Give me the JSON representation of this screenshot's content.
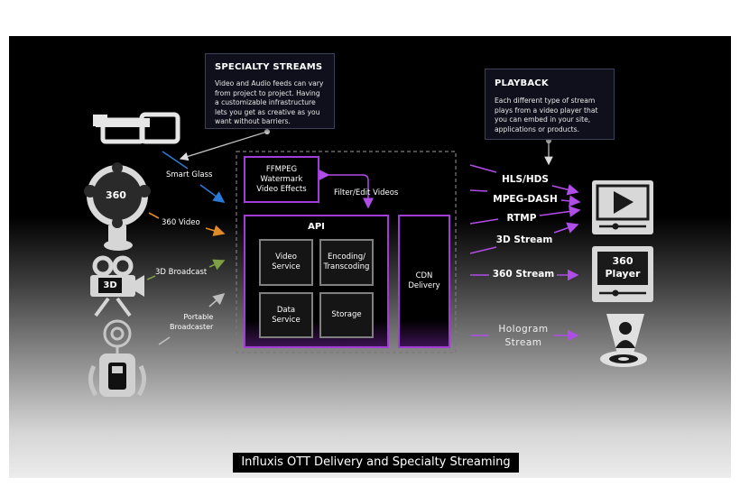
{
  "callouts": {
    "specialty": {
      "title": "SPECIALTY STREAMS",
      "lines": [
        "Video and Audio feeds can vary",
        "from project to project. Having",
        "a customizable infrastructure",
        "lets you get as creative as you",
        "want without barriers."
      ]
    },
    "playback": {
      "title": "PLAYBACK",
      "lines": [
        "Each different type of stream",
        "plays from a video player that",
        "you can embed in your site,",
        "applications or products."
      ]
    }
  },
  "sources": {
    "smart_glass": "Smart Glass",
    "video_360": "360 Video",
    "broadcast_3d": "3D Broadcast",
    "portable": [
      "Portable",
      "Broadcaster"
    ],
    "badge_360": "360",
    "badge_3d": "3D"
  },
  "processing": {
    "ffmpeg_lines": [
      "FFMPEG",
      "Watermark",
      "Video Effects"
    ],
    "filter_edit": "Filter/Edit Videos",
    "api_title": "API",
    "video_service_lines": [
      "Video",
      "Service"
    ],
    "encoding_lines": [
      "Encoding/",
      "Transcoding"
    ],
    "data_service_lines": [
      "Data",
      "Service"
    ],
    "storage": "Storage",
    "cdn_lines": [
      "CDN",
      "Delivery"
    ]
  },
  "streams": {
    "hls": "HLS/HDS",
    "mpeg_dash": "MPEG-DASH",
    "rtmp": "RTMP",
    "stream_3d": "3D Stream",
    "stream_360": "360 Stream",
    "hologram": [
      "Hologram",
      "Stream"
    ]
  },
  "players": {
    "player_360": [
      "360",
      "Player"
    ]
  },
  "colors": {
    "accent_purple": "#a13cd6",
    "arrow_purple": "#b04ce8",
    "arrow_blue": "#2c7ad6",
    "arrow_orange": "#e08a2a",
    "arrow_green": "#7ca043"
  },
  "caption": "Influxis OTT Delivery and Specialty Streaming"
}
